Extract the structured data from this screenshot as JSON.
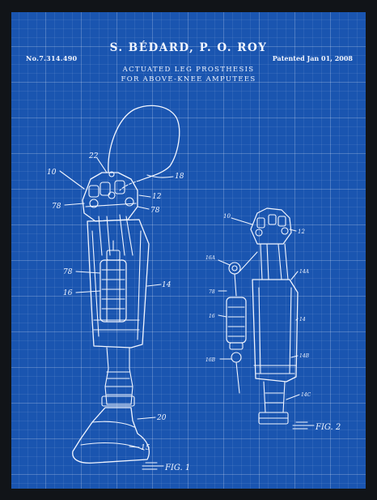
{
  "header": {
    "patent_number": "No.7.314.490",
    "inventors": "S. BÉDARD, P. O. ROY",
    "patent_date": "Patented Jan 01, 2008",
    "title_line1": "ACTUATED LEG PROSTHESIS",
    "title_line2": "FOR ABOVE-KNEE AMPUTEES"
  },
  "figure1": {
    "caption": "FIG. 1",
    "labels": {
      "l10": "10",
      "l22": "22",
      "l18": "18",
      "l12": "12",
      "l78a": "78",
      "l78b": "78",
      "l78c": "78",
      "l16": "16",
      "l14": "14",
      "l20": "20",
      "l15": "15"
    }
  },
  "figure2": {
    "caption": "FIG. 2",
    "labels": {
      "l10": "10",
      "l12": "12",
      "l16a": "16A",
      "l78": "78",
      "l14a": "14A",
      "l16": "16",
      "l14": "14",
      "l16b": "16B",
      "l14b": "14B",
      "l14c": "14C"
    }
  },
  "colors": {
    "paper": "#1a55b0",
    "ink": "#f2f6ff",
    "frame": "#111418"
  }
}
